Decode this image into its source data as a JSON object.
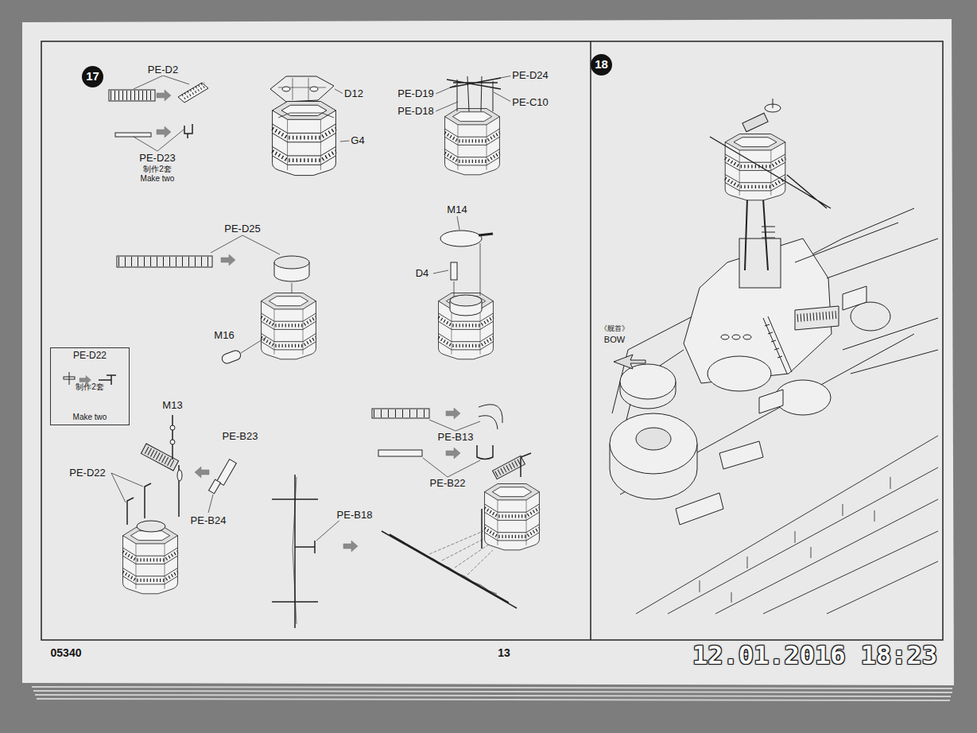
{
  "diagram": {
    "nodes": [
      {
        "text": [
          "17"
        ]
      },
      {
        "text": [
          "18"
        ]
      },
      {
        "text": [
          "PE-D22",
          "制作2套",
          "Make two"
        ]
      }
    ],
    "labels": [
      "PE-D2",
      "PE-D23",
      "制作2套",
      "Make two",
      "D12",
      "G4",
      "PE-D24",
      "PE-D19",
      "PE-C10",
      "PE-D18",
      "PE-D25",
      "M14",
      "D4",
      "M16",
      "M13",
      "PE-B23",
      "PE-D22",
      "PE-B24",
      "PE-B18",
      "PE-B13",
      "PE-B22",
      "《舰首》",
      "BOW",
      "05340",
      "13",
      "12.01.2016 18:23"
    ]
  }
}
